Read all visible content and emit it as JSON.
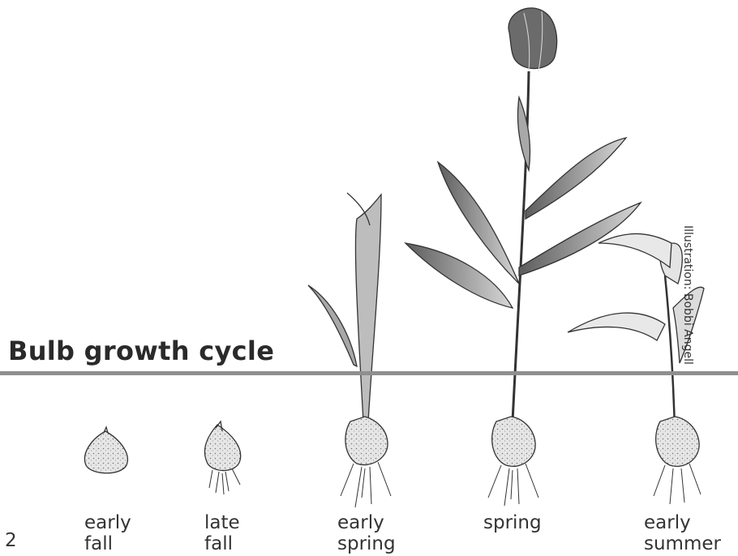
{
  "title": "Bulb growth cycle",
  "credit": "Illustration: Bobbi Angell",
  "page_number": "2",
  "stages": [
    {
      "line1": "early",
      "line2": "fall"
    },
    {
      "line1": "late",
      "line2": "fall"
    },
    {
      "line1": "early",
      "line2": "spring"
    },
    {
      "line1": "spring",
      "line2": ""
    },
    {
      "line1": "early",
      "line2": "summer"
    }
  ]
}
